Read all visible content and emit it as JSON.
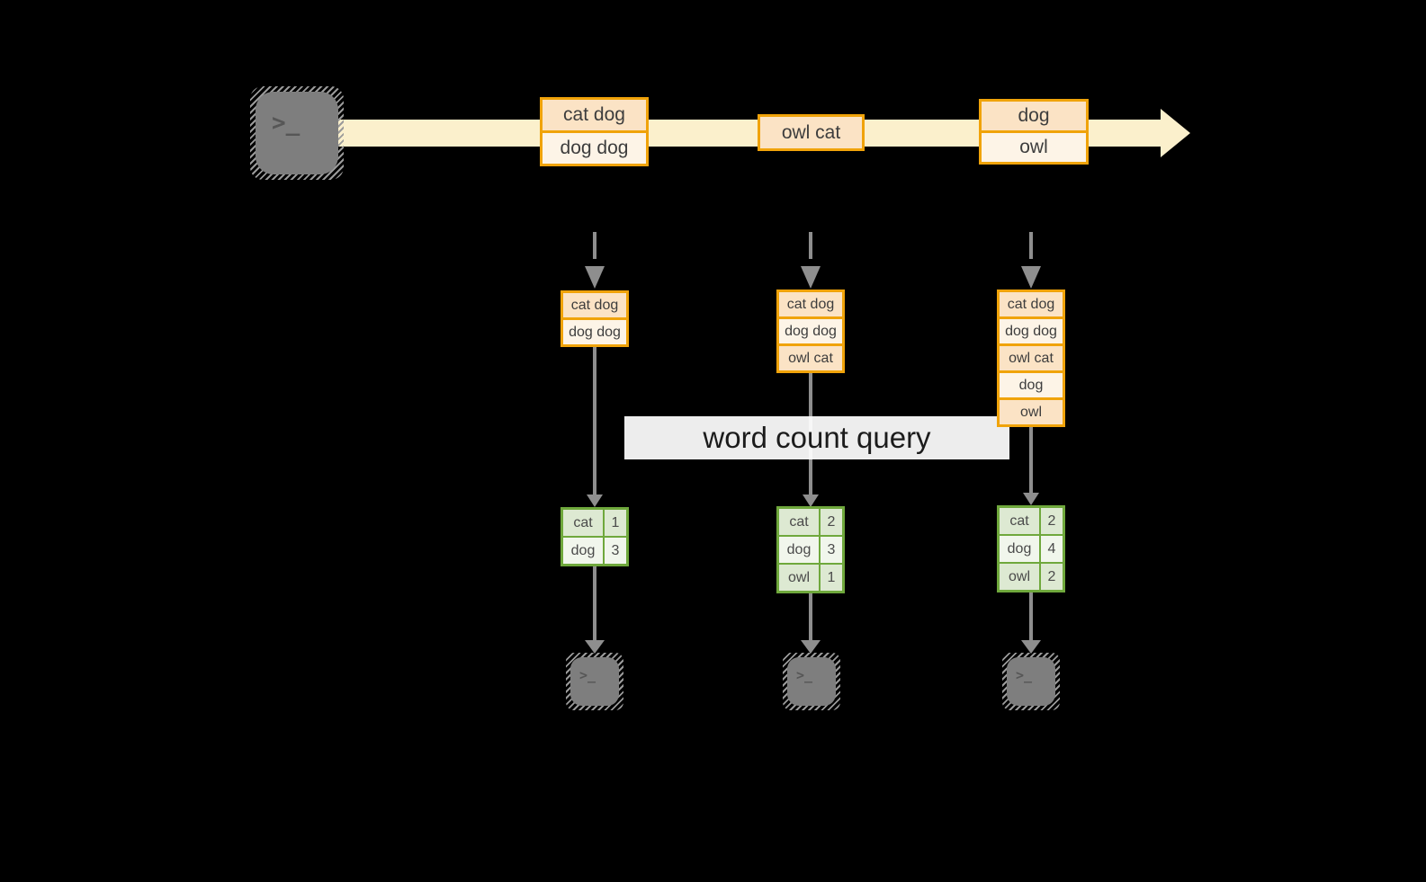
{
  "banner": {
    "label": "word count query"
  },
  "icons": {
    "terminal_glyph": ">_"
  },
  "stream": {
    "source_icon": "terminal-icon",
    "direction": "left-to-right",
    "event_groups": [
      {
        "events": [
          "cat dog",
          "dog dog"
        ]
      },
      {
        "events": [
          "owl cat"
        ]
      },
      {
        "events": [
          "dog",
          "owl"
        ]
      }
    ]
  },
  "columns": [
    {
      "buffer": [
        "cat dog",
        "dog dog"
      ],
      "counts": [
        {
          "word": "cat",
          "count": "1"
        },
        {
          "word": "dog",
          "count": "3"
        }
      ],
      "sink_icon": "terminal-icon"
    },
    {
      "buffer": [
        "cat dog",
        "dog dog",
        "owl cat"
      ],
      "counts": [
        {
          "word": "cat",
          "count": "2"
        },
        {
          "word": "dog",
          "count": "3"
        },
        {
          "word": "owl",
          "count": "1"
        }
      ],
      "sink_icon": "terminal-icon"
    },
    {
      "buffer": [
        "cat dog",
        "dog dog",
        "owl cat",
        "dog",
        "owl"
      ],
      "counts": [
        {
          "word": "cat",
          "count": "2"
        },
        {
          "word": "dog",
          "count": "4"
        },
        {
          "word": "owl",
          "count": "2"
        }
      ],
      "sink_icon": "terminal-icon"
    }
  ],
  "colors": {
    "background": "#000000",
    "stream_band": "#fbf0cc",
    "event_border": "#f0a30a",
    "event_fill_dark": "#fbe3c5",
    "event_fill_light": "#fdf4e7",
    "table_border": "#6fa83c",
    "table_fill_dark": "#dde9d2",
    "table_fill_light": "#f1f6ec",
    "arrow_gray": "#8e8e8e",
    "terminal_gray": "#7e7e7e"
  }
}
